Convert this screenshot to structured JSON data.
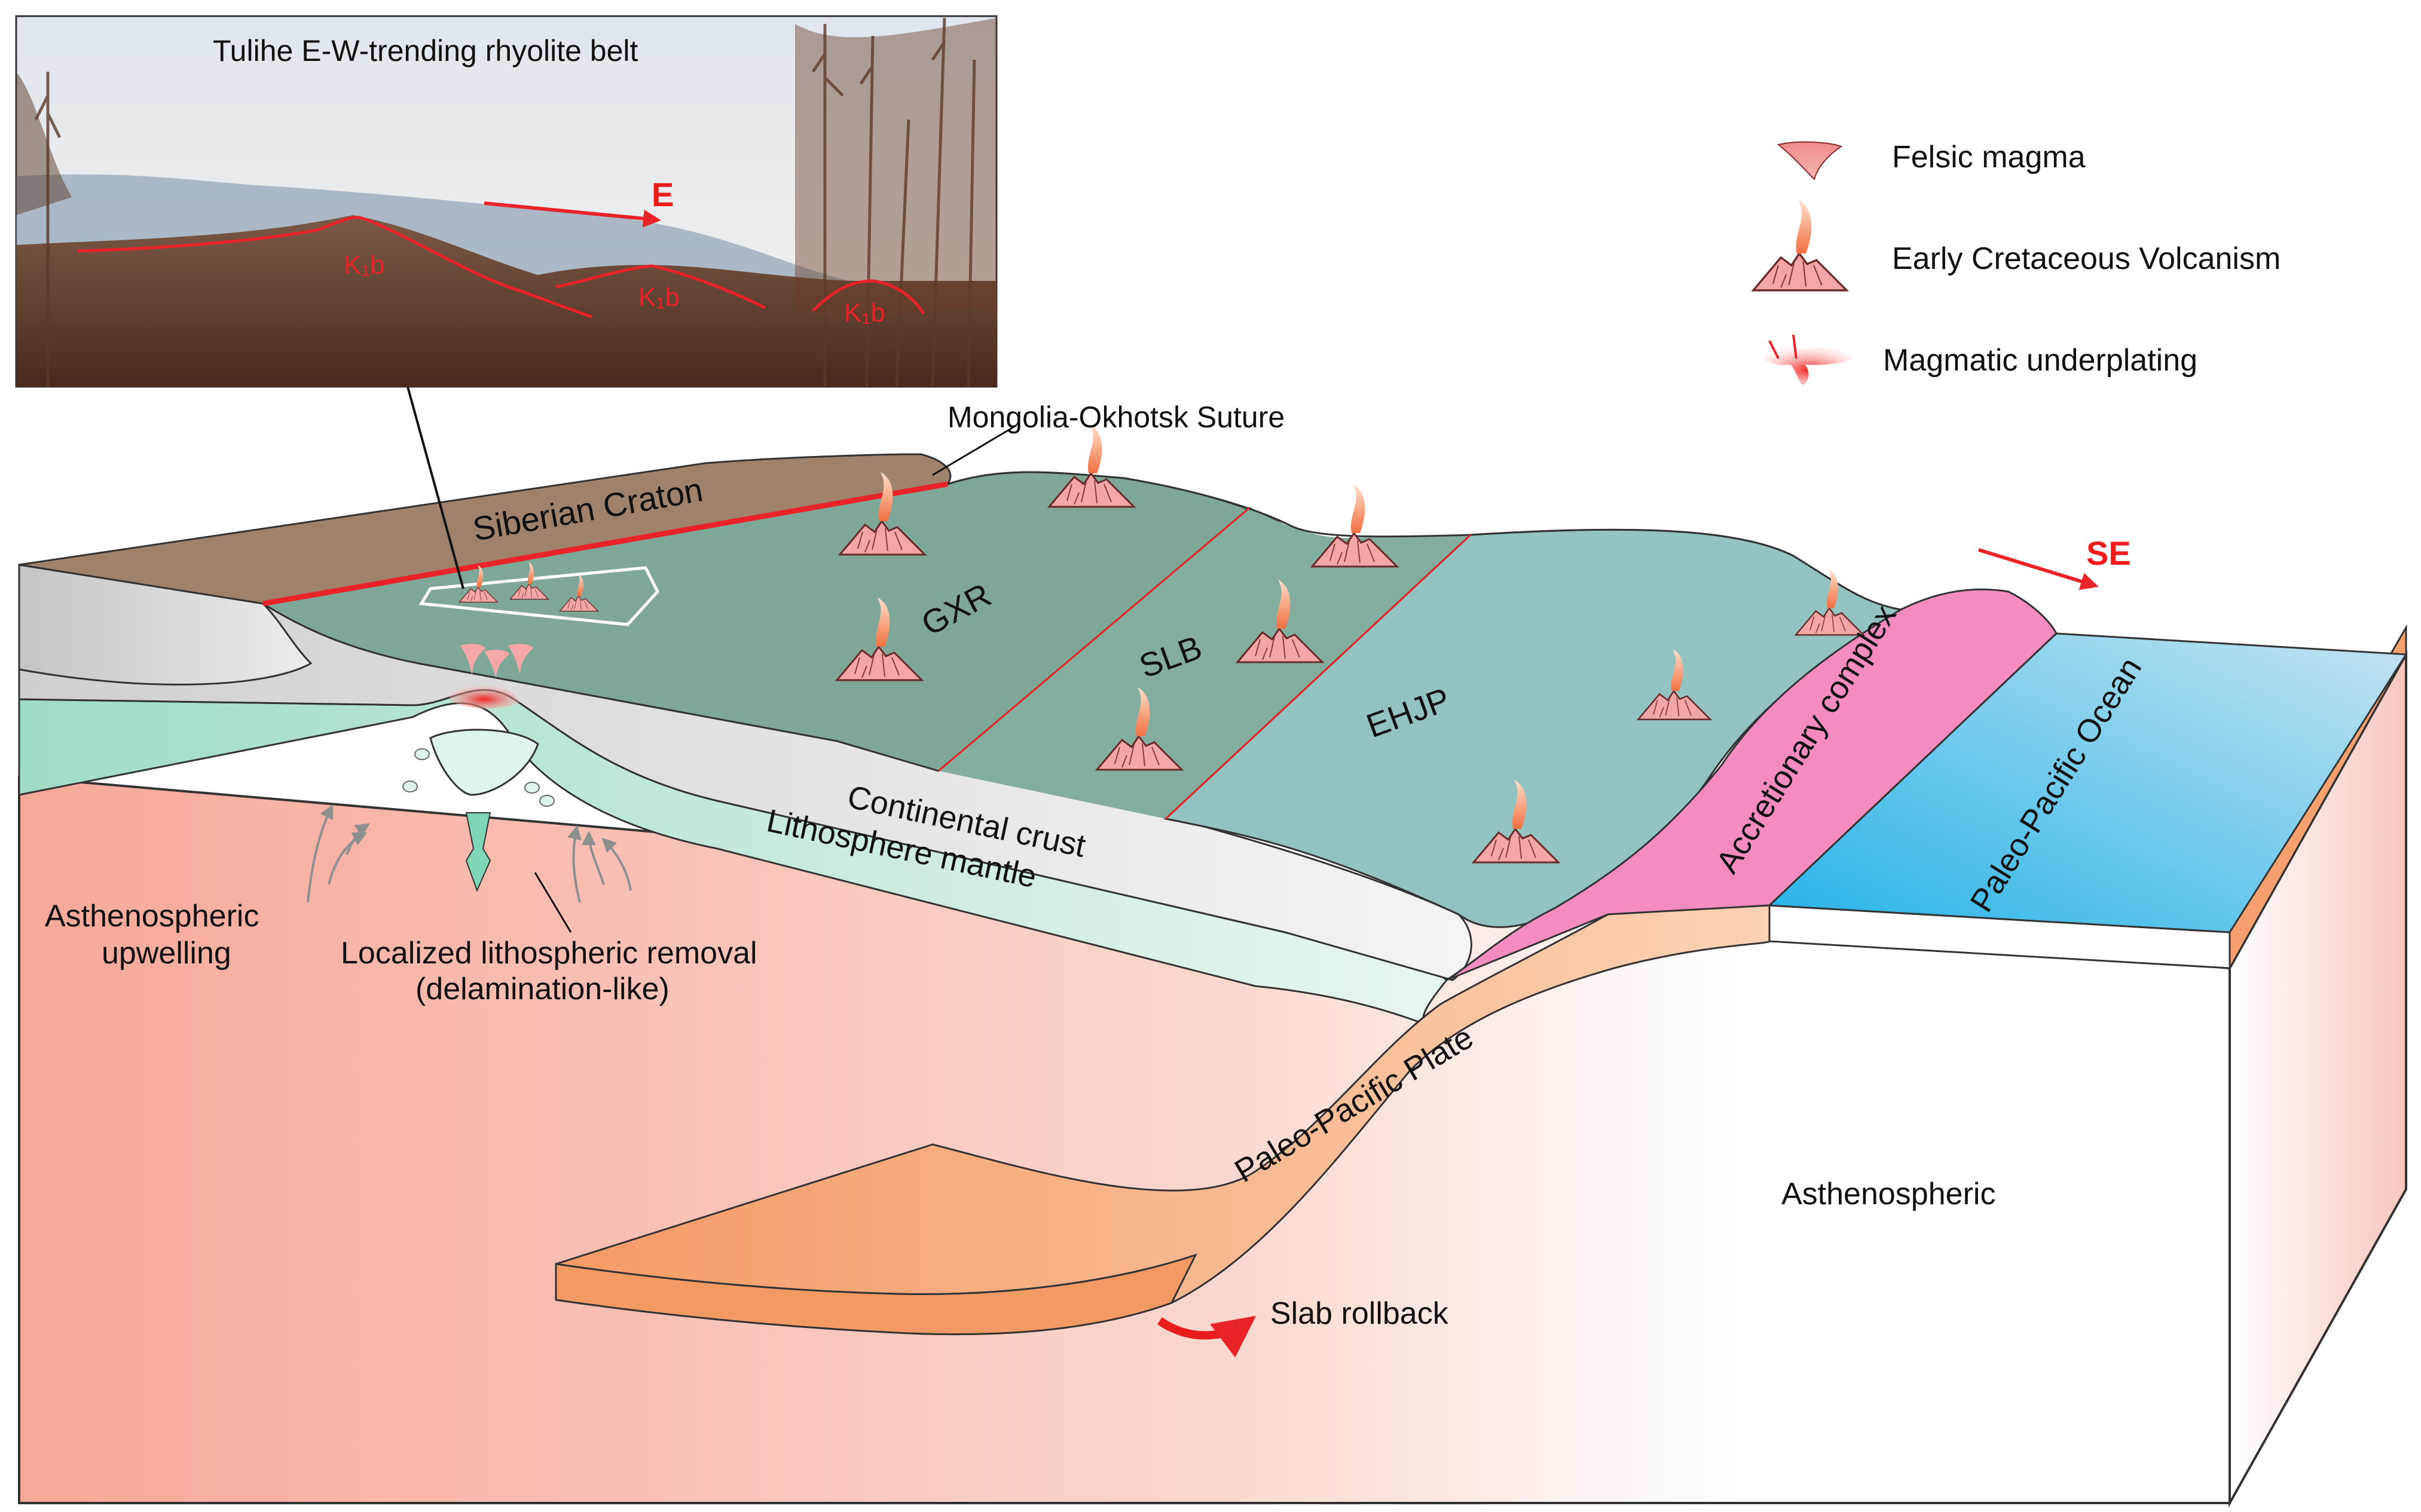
{
  "photo": {
    "title": "Tulihe E-W-trending rhyolite belt",
    "direction": "E",
    "unit_labels": [
      "K₁b",
      "K₁b",
      "K₁b"
    ]
  },
  "legend": {
    "items": [
      {
        "icon": "felsic-magma-icon",
        "label": "Felsic magma"
      },
      {
        "icon": "volcano-icon",
        "label": "Early Cretaceous Volcanism"
      },
      {
        "icon": "underplating-icon",
        "label": "Magmatic underplating"
      }
    ]
  },
  "labels": {
    "suture": "Mongolia-Okhotsk Suture",
    "craton": "Siberian Craton",
    "gxr": "GXR",
    "slb": "SLB",
    "ehjp": "EHJP",
    "accretionary": "Accretionary complex",
    "ocean": "Paleo-Pacific Ocean",
    "direction_se": "SE",
    "continental_crust": "Continental crust",
    "lithosphere_mantle": "Lithosphere mantle",
    "upwelling_1": "Asthenospheric",
    "upwelling_2": "upwelling",
    "removal_1": "Localized lithospheric removal",
    "removal_2": "(delamination-like)",
    "plate": "Paleo-Pacific Plate",
    "asthenospheric": "Asthenospheric",
    "rollback": "Slab rollback"
  },
  "colors": {
    "red_line": "#e8242a",
    "craton": "#a0826a",
    "gxr": "#7ea898",
    "ehjp": "#93c3c0",
    "accretionary": "#f48cbf",
    "ocean": "#3fb2e0",
    "mantle_green": "#a8e0c8",
    "asthenosphere": "#f8b4a4",
    "plate": "#f7a477"
  }
}
